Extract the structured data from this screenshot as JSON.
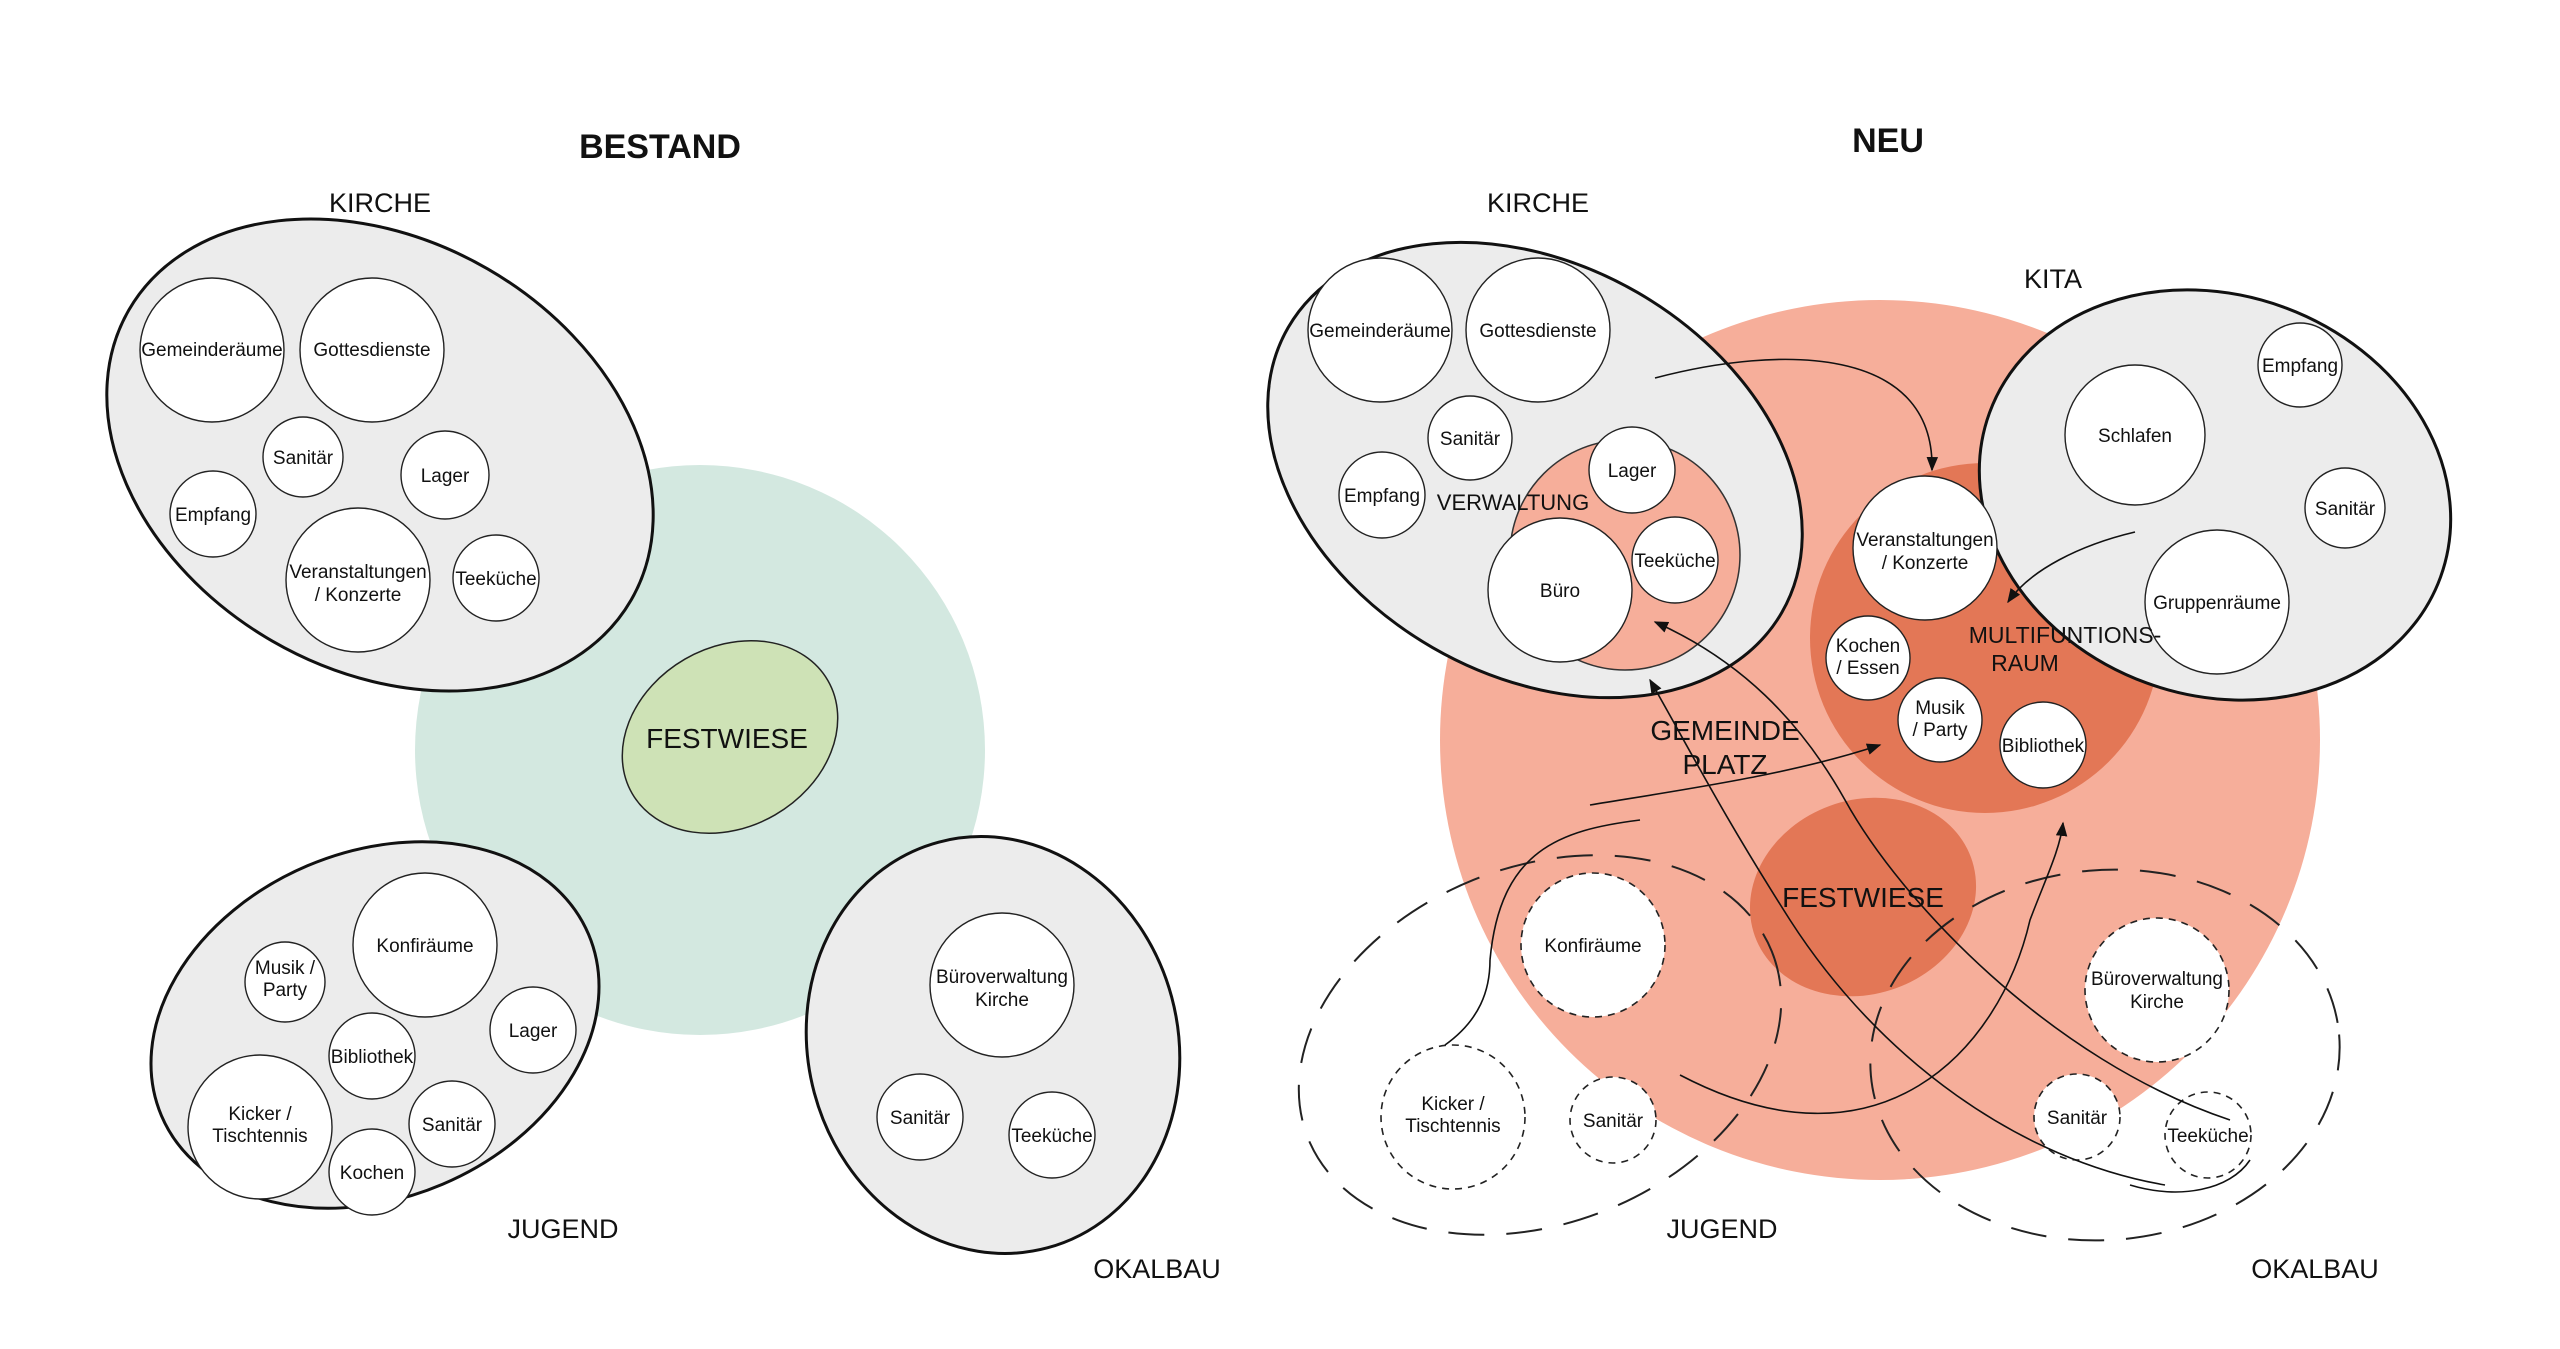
{
  "bestand": {
    "title": "BESTAND",
    "kirche": "KIRCHE",
    "jugend": "JUGEND",
    "okalbau": "OKALBAU",
    "festwiese": "FESTWIESE",
    "kirche_rooms": [
      "Gemeinderäume",
      "Gottesdienste",
      "Sanitär",
      "Lager",
      "Empfang",
      "Veranstaltungen",
      "/ Konzerte",
      "Teeküche"
    ],
    "jugend_rooms": [
      "Konfiräume",
      "Musik /",
      "Party",
      "Lager",
      "Bibliothek",
      "Kicker /",
      "Tischtennis",
      "Sanitär",
      "Kochen"
    ],
    "okalbau_rooms": [
      "Büroverwaltung",
      "Kirche",
      "Sanitär",
      "Teeküche"
    ]
  },
  "neu": {
    "title": "NEU",
    "kirche": "KIRCHE",
    "kita": "KITA",
    "jugend": "JUGEND",
    "okalbau": "OKALBAU",
    "gemeinde": [
      "GEMEINDE",
      "PLATZ"
    ],
    "festwiese": "FESTWIESE",
    "multi": [
      "MULTIFUNTIONS-",
      "RAUM"
    ],
    "verwaltung": "VERWALTUNG",
    "kirche_rooms": [
      "Gemeinderäume",
      "Gottesdienste",
      "Sanitär",
      "Empfang",
      "Lager",
      "Teeküche",
      "Büro"
    ],
    "kita_rooms": [
      "Empfang",
      "Schlafen",
      "Sanitär",
      "Gruppenräume"
    ],
    "multi_rooms": [
      "Veranstaltungen",
      "/ Konzerte",
      "Kochen",
      "/ Essen",
      "Musik",
      "/ Party",
      "Bibliothek"
    ],
    "jugend_rooms": [
      "Konfiräume",
      "Kicker /",
      "Tischtennis",
      "Sanitär"
    ],
    "okalbau_rooms": [
      "Büroverwaltung",
      "Kirche",
      "Sanitär",
      "Teeküche"
    ]
  },
  "colors": {
    "green_zone": "#d3e8e0",
    "green_festwiese": "#cee2b6",
    "salmon": "#f6ae9a",
    "terracotta": "#e37756",
    "cluster_grey": "#ececec"
  }
}
